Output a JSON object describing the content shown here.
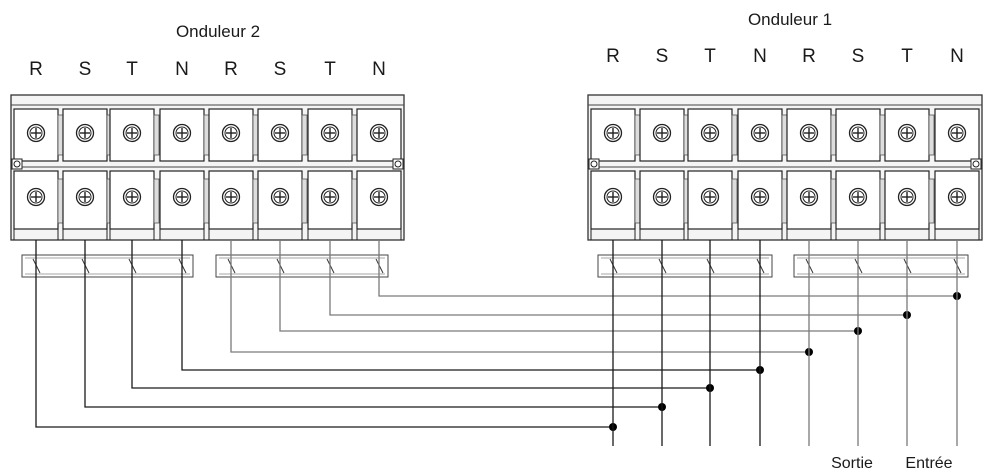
{
  "inverter2": {
    "title": "Onduleur 2",
    "terminals": [
      "R",
      "S",
      "T",
      "N",
      "R",
      "S",
      "T",
      "N"
    ]
  },
  "inverter1": {
    "title": "Onduleur 1",
    "terminals": [
      "R",
      "S",
      "T",
      "N",
      "R",
      "S",
      "T",
      "N"
    ]
  },
  "footer": {
    "output_label": "Sortie",
    "input_label": "Entrée"
  }
}
